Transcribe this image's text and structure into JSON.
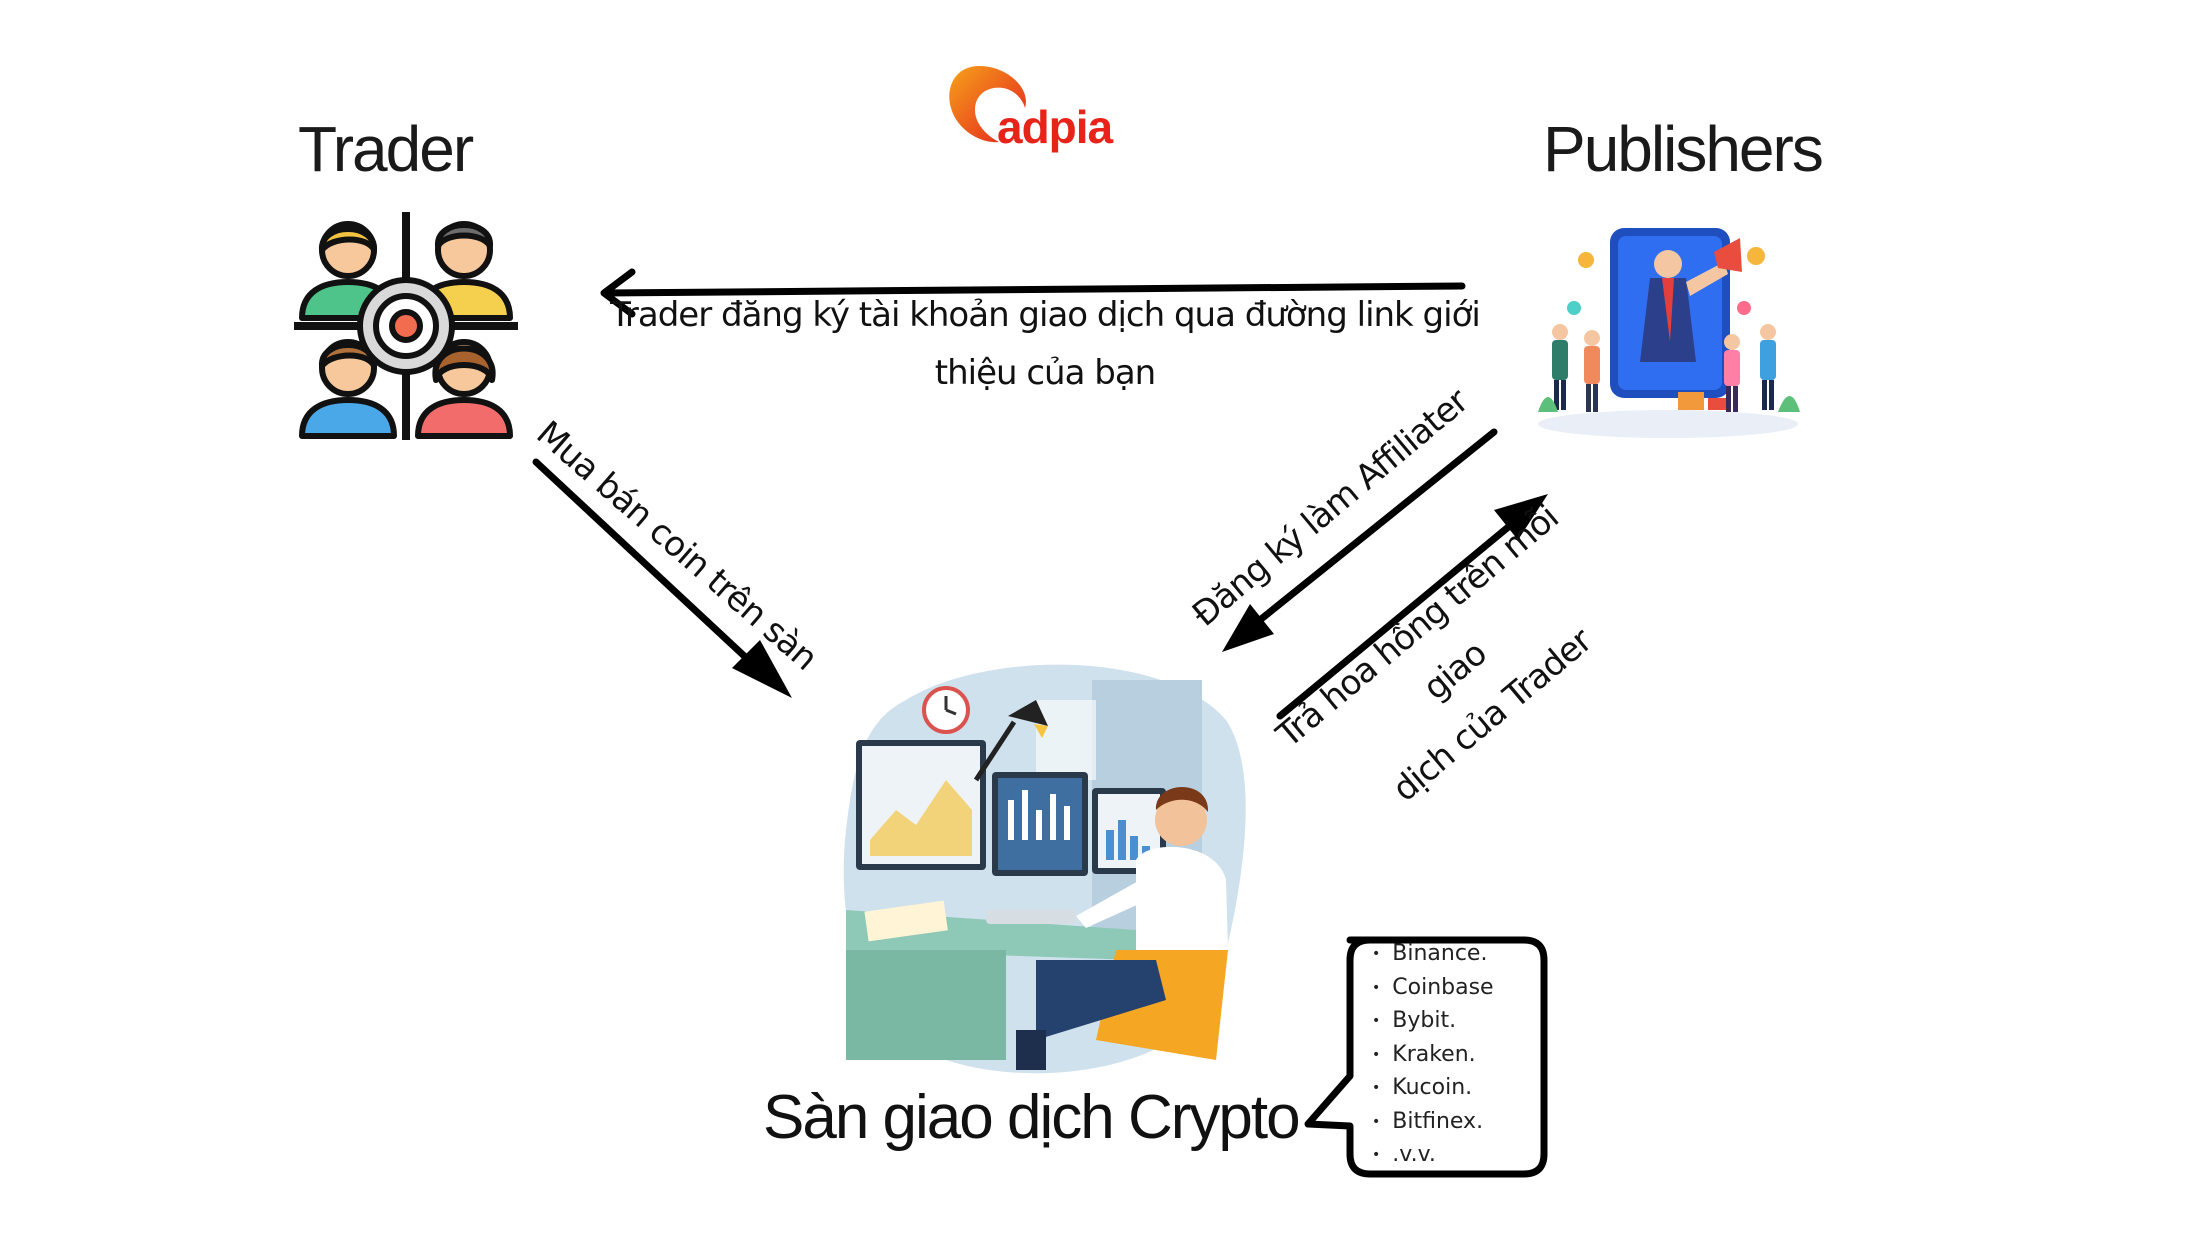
{
  "logo": {
    "text": "adpia",
    "brand_color": "#e8231a",
    "accent_color": "#f49b1a"
  },
  "nodes": {
    "trader": {
      "label": "Trader",
      "icon": "people-target-icon"
    },
    "publishers": {
      "label": "Publishers",
      "icon": "influencer-megaphone-icon"
    },
    "exchange": {
      "label": "Sàn giao dịch Crypto",
      "icon": "trader-desk-icon"
    }
  },
  "edges": {
    "publisher_to_trader": {
      "line1": "Trader đăng ký tài khoản giao dịch qua đường link giới",
      "line2": "thiệu của bạn"
    },
    "trader_to_exchange": "Mua bán coin trên sàn",
    "publisher_to_exchange": "Đăng ký làm Affiliater",
    "exchange_to_publisher": {
      "line1": "Trả hoa hồng trên mỗi giao",
      "line2": "dịch của Trader"
    }
  },
  "exchanges_list": [
    "Binance.",
    "Coinbase",
    "Bybit.",
    "Kraken.",
    "Kucoin.",
    "Bitfinex.",
    ".v.v."
  ]
}
